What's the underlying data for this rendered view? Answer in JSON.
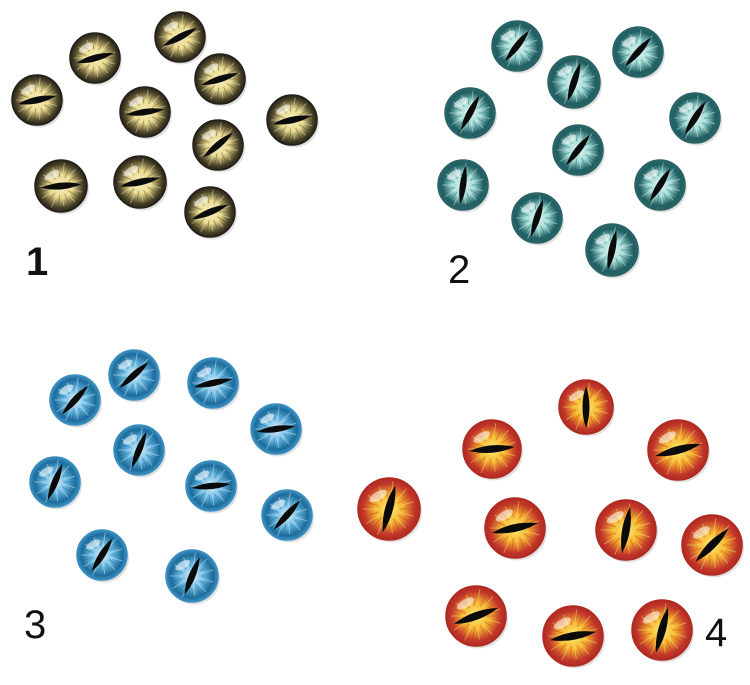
{
  "groups": [
    {
      "label": "1",
      "color_name": "yellow",
      "iris_light": "#f7f0c6",
      "iris_mid": "#e9d98c",
      "iris_dark": "#4d4528",
      "rim": "#24211a",
      "eye_count": 10
    },
    {
      "label": "2",
      "color_name": "teal",
      "iris_light": "#eaf8f6",
      "iris_mid": "#9ed9d4",
      "iris_dark": "#1f5f62",
      "rim": "#2b6466",
      "eye_count": 10
    },
    {
      "label": "3",
      "color_name": "blue",
      "iris_light": "#e9f6fd",
      "iris_mid": "#6bb9e2",
      "iris_dark": "#1b6c9c",
      "rim": "#3b8fc0",
      "eye_count": 10
    },
    {
      "label": "4",
      "color_name": "orange",
      "iris_light": "#fff27a",
      "iris_mid": "#f5b22e",
      "iris_dark": "#c2372a",
      "rim": "#b02a22",
      "eye_count": 10
    }
  ],
  "pupil_color": "#0b0b0b",
  "background": "#ffffff"
}
